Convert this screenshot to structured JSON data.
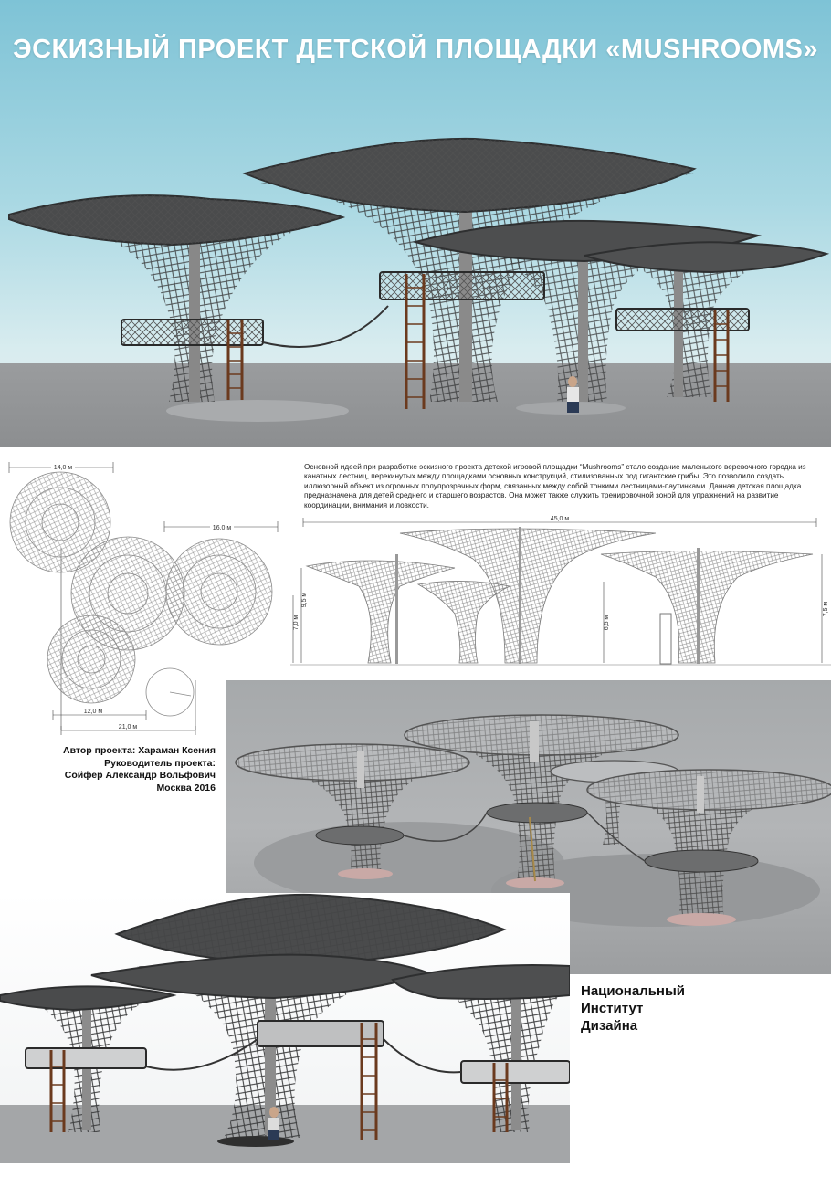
{
  "title": "ЭСКИЗНЫЙ ПРОЕКТ ДЕТСКОЙ ПЛОЩАДКИ «MUSHROOMS»",
  "description": "Основной идеей при разработке эскизного проекта детской игровой площадки “Mushrooms” стало создание маленького веревочного городка из канатных лестниц, перекинутых между площадками основных конструкций, стилизованных под гигантские грибы. Это позволило создать иллюзорный объект из огромных полупрозрачных форм, связанных между собой тонкими лестницами-паутинками. Данная детская площадка предназначена для детей среднего и старшего возрастов. Она может также служить тренировочной зоной для упражнений на развитие координации, внимания и ловкости.",
  "plan_dimensions": {
    "top": "14,0 м",
    "right": "16,0 м",
    "bottom_inner": "12,0 м",
    "bottom_outer": "21,0 м"
  },
  "elevation_dimensions": {
    "overall": "45,0 м",
    "left_outer": "7,0 м",
    "left_inner": "9,5 м",
    "middle": "6,5 м",
    "right": "7,5 м"
  },
  "credits": {
    "author": "Автор проекта: Хараман Ксения",
    "supervisor_label": "Руководитель проекта:",
    "supervisor": "Сойфер Александр Вольфович",
    "place_year": "Москва 2016"
  },
  "institution": [
    "Национальный",
    "Институт",
    "Дизайна"
  ],
  "colors": {
    "sky_top": "#7ec3d6",
    "ground": "#9a9c9e",
    "canopy": "#4a4b4c",
    "ladder": "#6b3a1e"
  }
}
